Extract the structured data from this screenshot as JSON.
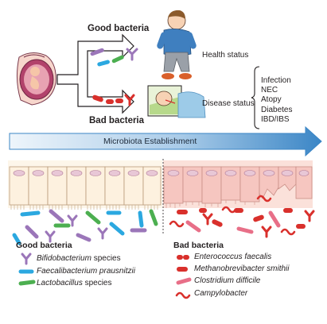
{
  "top": {
    "good_bacteria": "Good bacteria",
    "bad_bacteria": "Bad bacteria",
    "health_status": "Health status",
    "disease_status": "Disease status",
    "diseases": [
      "Infection",
      "NEC",
      "Atopy",
      "Diabetes",
      "IBD/IBS"
    ]
  },
  "arrow_label": "Microbiota Establishment",
  "legend": {
    "good": {
      "title": "Good bacteria",
      "items": [
        {
          "name": "Bifidobacterium",
          "suffix": " species"
        },
        {
          "name": "Faecalibacterium prausnitzii",
          "suffix": ""
        },
        {
          "name": "Lactobacillus",
          "suffix": " species"
        }
      ]
    },
    "bad": {
      "title": "Bad bacteria",
      "items": [
        {
          "name": "Enterococcus faecalis",
          "suffix": ""
        },
        {
          "name": "Methanobrevibacter smithii",
          "suffix": ""
        },
        {
          "name": "Clostridium difficile",
          "suffix": ""
        },
        {
          "name": "Campylobacter",
          "suffix": ""
        }
      ]
    }
  },
  "colors": {
    "arrow_light": "#dcebf7",
    "arrow_dark": "#3b86c6",
    "healthy_cells": "#fdf1df",
    "inflamed_cells": "#f6c6c0",
    "purple": "#9b76b9",
    "cyan": "#2ba8e0",
    "green": "#4caf50",
    "red": "#d9302c",
    "pink": "#e86f88"
  }
}
